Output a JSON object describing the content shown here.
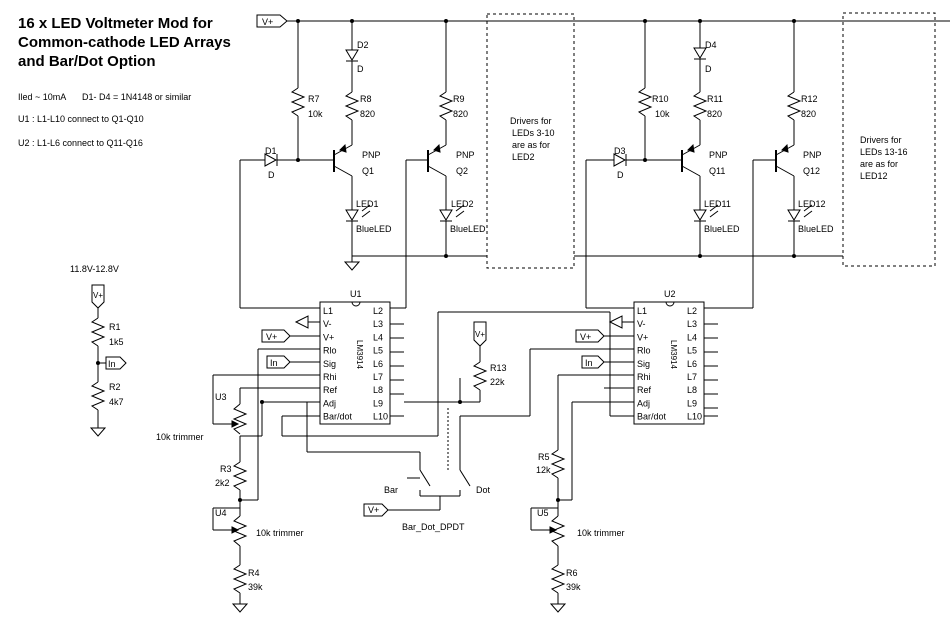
{
  "title": {
    "line1": "16 x LED Voltmeter Mod for",
    "line2": "Common-cathode LED Arrays",
    "line3": "and Bar/Dot Option"
  },
  "notes": {
    "iled": "Iled ~ 10mA",
    "diodes": "D1- D4 = 1N4148 or similar",
    "u1": "U1 : L1-L10 connect to Q1-Q10",
    "u2": "U2 : L1-L6 connect to Q11-Q16"
  },
  "drivers": {
    "a": [
      "Drivers for",
      "LEDs 3-10",
      "are as for",
      "LED2"
    ],
    "b": [
      "Drivers for",
      "LEDs 13-16",
      "are as for",
      "LED12"
    ]
  },
  "rails": {
    "vplus": "V+",
    "in": "In",
    "supply_range": "11.8V-12.8V"
  },
  "resistors": {
    "r1": [
      "R1",
      "1k5"
    ],
    "r2": [
      "R2",
      "4k7"
    ],
    "r3": [
      "R3",
      "2k2"
    ],
    "r4": [
      "R4",
      "39k"
    ],
    "r5": [
      "R5",
      "12k"
    ],
    "r6": [
      "R6",
      "39k"
    ],
    "r7": [
      "R7",
      "10k"
    ],
    "r8": [
      "R8",
      "820"
    ],
    "r9": [
      "R9",
      "820"
    ],
    "r10": [
      "R10",
      "10k"
    ],
    "r11": [
      "R11",
      "820"
    ],
    "r12": [
      "R12",
      "820"
    ],
    "r13": [
      "R13",
      "22k"
    ]
  },
  "diodes": {
    "d1": "D1",
    "d2": "D2",
    "d3": "D3",
    "d4": "D4",
    "type": "D"
  },
  "transistors": {
    "q1": "Q1",
    "q2": "Q2",
    "q11": "Q11",
    "q12": "Q12",
    "type": "PNP"
  },
  "leds": {
    "led1": "LED1",
    "led2": "LED2",
    "led11": "LED11",
    "led12": "LED12",
    "type": "BlueLED"
  },
  "ics": {
    "u1": "U1",
    "u2": "U2",
    "part": "LM3914",
    "left_pins": [
      "L1",
      "V-",
      "V+",
      "Rlo",
      "Sig",
      "Rhi",
      "Ref",
      "Adj",
      "Bar/dot"
    ],
    "right_pins": [
      "L2",
      "L3",
      "L4",
      "L5",
      "L6",
      "L7",
      "L8",
      "L9",
      "L10"
    ]
  },
  "trimmers": {
    "u3": "U3",
    "u4": "U4",
    "u5": "U5",
    "value": "10k trimmer"
  },
  "switch": {
    "bar": "Bar",
    "dot": "Dot",
    "name": "Bar_Dot_DPDT"
  }
}
